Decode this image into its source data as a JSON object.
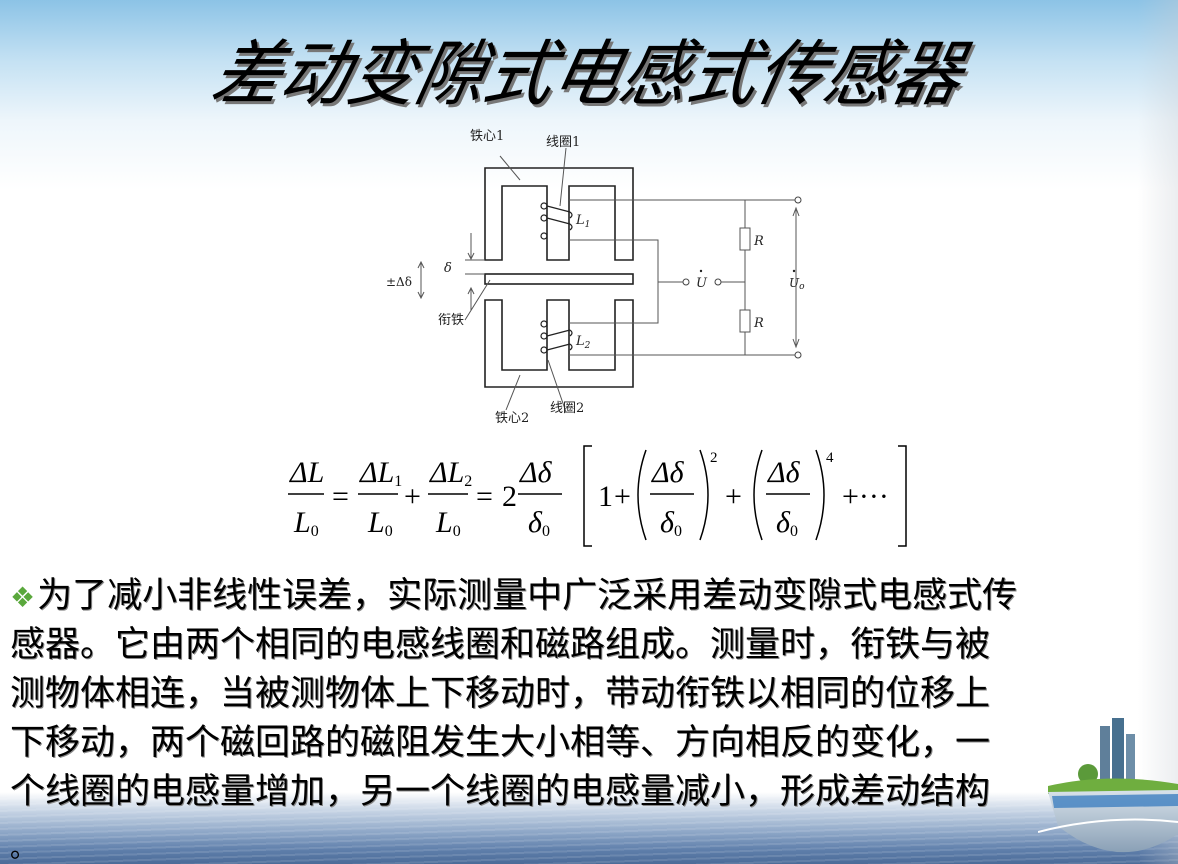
{
  "slide": {
    "title": "差动变隙式电感式传感器",
    "diagram": {
      "labels": {
        "core1": "铁心1",
        "coil1": "线圈1",
        "core2": "铁心2",
        "coil2": "线圈2",
        "armature": "衔铁",
        "gap": "δ",
        "displacement": "±Δδ",
        "L1": "L",
        "L1_sub": "1",
        "L2": "L",
        "L2_sub": "2",
        "R_top": "R",
        "R_bottom": "R",
        "U_in": "U",
        "U_out": "U",
        "U_out_sub": "o"
      }
    },
    "formula": {
      "lhs_num": "ΔL",
      "lhs_den": "L",
      "lhs_den_sub": "0",
      "t1_num": "ΔL",
      "t1_num_sub": "1",
      "t1_den": "L",
      "t1_den_sub": "0",
      "t2_num": "ΔL",
      "t2_num_sub": "2",
      "t2_den": "L",
      "t2_den_sub": "0",
      "coef": "2",
      "t3_num": "Δδ",
      "t3_den": "δ",
      "t3_den_sub": "0",
      "one": "1",
      "exp2": "2",
      "exp4": "4",
      "ellipsis": "+···"
    },
    "body": {
      "bullet_icon": "❖",
      "lines": [
        "为了减小非线性误差，实际测量中广泛采用差动变隙式电感式传",
        "感器。它由两个相同的电感线圈和磁路组成。测量时，衔铁与被",
        "测物体相连，当被测物体上下移动时，带动衔铁以相同的位移上",
        "下移动，两个磁回路的磁阻发生大小相等、方向相反的变化，一",
        "个线圈的电感量增加，另一个线圈的电感量减小，形成差动结构"
      ],
      "trailing": "。"
    },
    "colors": {
      "bullet": "#5aa83c",
      "sky_top": "#8cc3e6",
      "sea": "#4b6b98"
    }
  }
}
